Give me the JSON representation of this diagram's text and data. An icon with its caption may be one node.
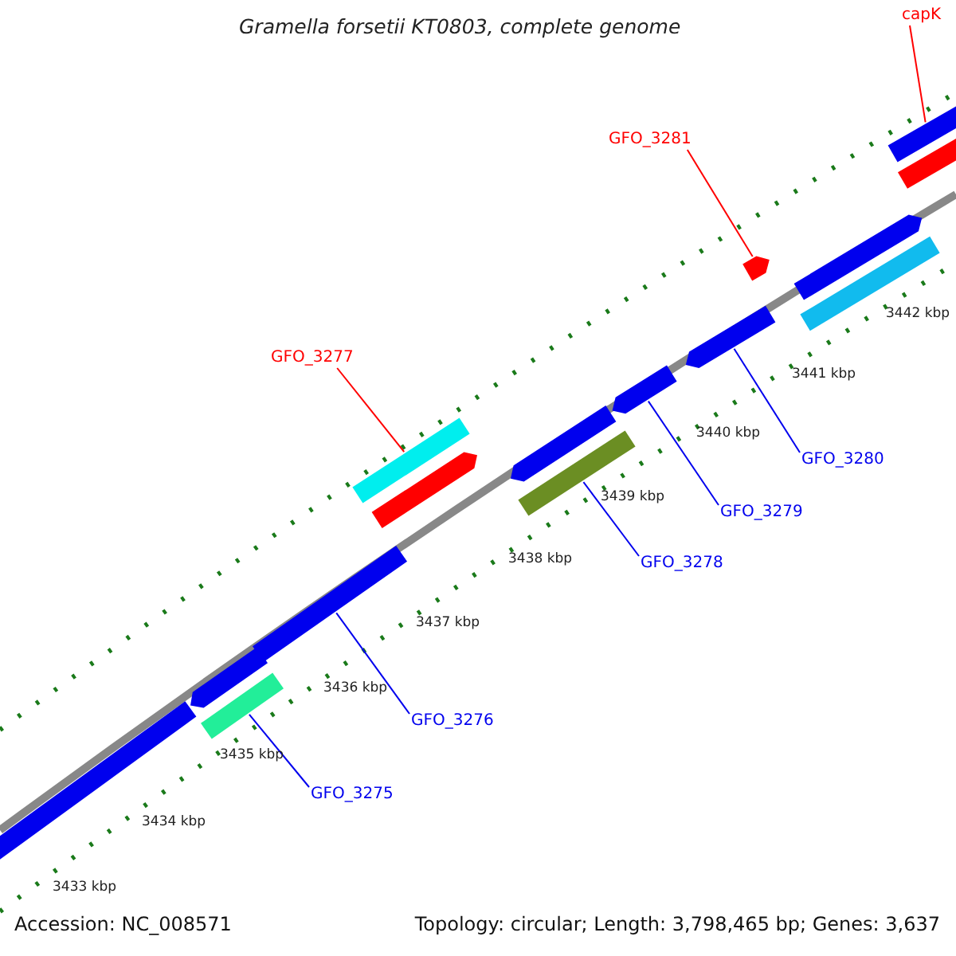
{
  "diagram": {
    "title": "Gramella forsetii KT0803, complete genome",
    "nodes": [
      {
        "text": [
          "capK"
        ]
      },
      {
        "text": [],
        "shape": "bar"
      },
      {
        "text": [
          "GFO_3281"
        ]
      },
      {
        "text": [],
        "shape": "bar"
      },
      {
        "text": [
          "GFO_3277"
        ]
      },
      {
        "text": [],
        "shape": "bar"
      },
      {
        "text": [
          "GFO_3280"
        ]
      },
      {
        "text": [],
        "shape": "bar"
      },
      {
        "text": [
          "GFO_3279"
        ]
      },
      {
        "text": [],
        "shape": "bar"
      },
      {
        "text": [
          "GFO_3278"
        ]
      },
      {
        "text": [],
        "shape": "bar"
      },
      {
        "text": [
          "GFO_3276"
        ]
      },
      {
        "text": [],
        "shape": "bar"
      },
      {
        "text": [
          "GFO_3275"
        ]
      },
      {
        "text": [],
        "shape": "bar"
      },
      {
        "text": [],
        "shape": "bar"
      },
      {
        "text": [],
        "shape": "bar"
      },
      {
        "text": [],
        "shape": "bar"
      },
      {
        "text": [],
        "shape": "bar"
      },
      {
        "text": [],
        "shape": "bar"
      },
      {
        "text": [],
        "shape": "bar"
      },
      {
        "text": [],
        "shape": "bar"
      }
    ],
    "edges": [
      {
        "from": 0,
        "to": 1,
        "arrow": "none",
        "color": "#ff0000"
      },
      {
        "from": 2,
        "to": 3,
        "arrow": "none",
        "color": "#ff0000"
      },
      {
        "from": 4,
        "to": 5,
        "arrow": "none",
        "color": "#ff0000"
      },
      {
        "from": 6,
        "to": 7,
        "arrow": "none"
      },
      {
        "from": 8,
        "to": 9,
        "arrow": "none"
      },
      {
        "from": 10,
        "to": 11,
        "arrow": "none"
      },
      {
        "from": 12,
        "to": 13,
        "arrow": "none"
      },
      {
        "from": 14,
        "to": 15,
        "arrow": "none"
      }
    ],
    "labels": [
      "3442 kbp",
      "3441 kbp",
      "3440 kbp",
      "3439 kbp",
      "3438 kbp",
      "3437 kbp",
      "3436 kbp",
      "3435 kbp",
      "3434 kbp",
      "3433 kbp",
      "Accession: NC_008571",
      "Topology: circular; Length: 3,798,465 bp; Genes: 3,637"
    ]
  }
}
